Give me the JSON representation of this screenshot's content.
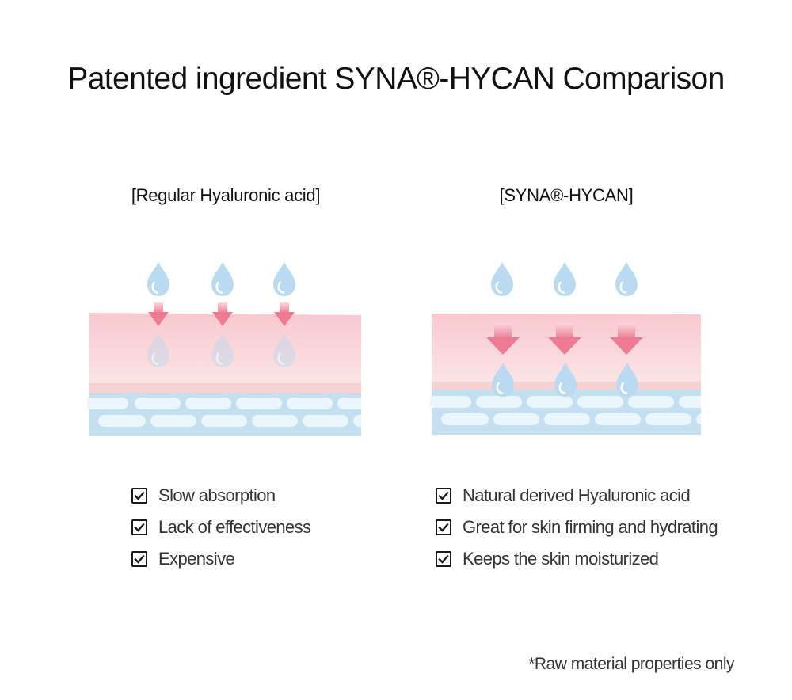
{
  "title": "Patented ingredient SYNA®-HYCAN Comparison",
  "left": {
    "heading": "[Regular Hyaluronic acid]",
    "items": [
      "Slow absorption",
      "Lack of effectiveness",
      "Expensive"
    ]
  },
  "right": {
    "heading": "[SYNA®-HYCAN]",
    "items": [
      "Natural derived Hyaluronic acid",
      "Great for skin firming and hydrating",
      "Keeps the skin moisturized"
    ]
  },
  "footnote": "*Raw material properties only",
  "colors": {
    "skin_top": "#f8c9d0",
    "skin_bottom": "#fbe6e6",
    "dermis": "#c3dff0",
    "cell": "#eaf5fc",
    "droplet": "#b9daf0",
    "arrow": "#f07f98"
  },
  "icons": {
    "droplet": "water-droplet-icon",
    "arrow": "arrow-down-icon",
    "check": "checkmark-icon"
  }
}
